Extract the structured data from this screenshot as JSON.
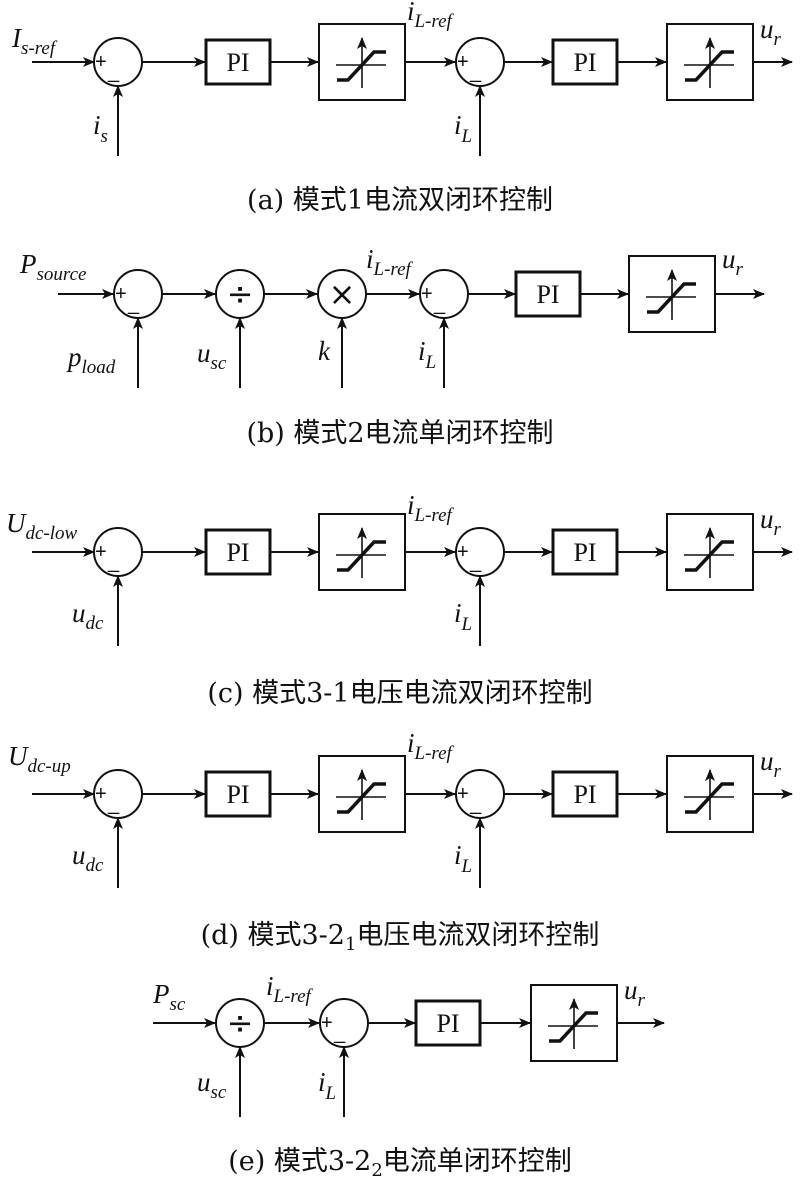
{
  "diagrams": [
    {
      "caption": "(a) 模式1电流双闭环控制",
      "input": {
        "main": "I",
        "sub": "s-ref"
      },
      "ops": [
        {
          "sign_top": "+",
          "sign_bottom": "_",
          "feedback": {
            "main": "i",
            "sub": "s"
          }
        },
        {
          "sign_top": "+",
          "sign_bottom": "_",
          "feedback": {
            "main": "i",
            "sub": "L"
          }
        }
      ],
      "mid_label": {
        "main": "i",
        "sub": "L-ref"
      },
      "pi_label": "PI",
      "output": {
        "main": "u",
        "sub": "r"
      }
    },
    {
      "caption": "(b) 模式2电流单闭环控制",
      "input": {
        "main": "P",
        "sub": "source"
      },
      "ops": [
        {
          "sign_top": "+",
          "sign_bottom": "_",
          "feedback": {
            "main": "p",
            "sub": "load"
          }
        },
        {
          "symbol": "÷",
          "feedback": {
            "main": "u",
            "sub": "sc"
          }
        },
        {
          "symbol": "×",
          "feedback": {
            "main": "k",
            "sub": ""
          }
        },
        {
          "sign_top": "+",
          "sign_bottom": "_",
          "feedback": {
            "main": "i",
            "sub": "L"
          }
        }
      ],
      "mid_label": {
        "main": "i",
        "sub": "L-ref"
      },
      "pi_label": "PI",
      "output": {
        "main": "u",
        "sub": "r"
      }
    },
    {
      "caption": "(c) 模式3-1电压电流双闭环控制",
      "input": {
        "main": "U",
        "sub": "dc-low"
      },
      "ops": [
        {
          "sign_top": "+",
          "sign_bottom": "_",
          "feedback": {
            "main": "u",
            "sub": "dc"
          }
        },
        {
          "sign_top": "+",
          "sign_bottom": "_",
          "feedback": {
            "main": "i",
            "sub": "L"
          }
        }
      ],
      "mid_label": {
        "main": "i",
        "sub": "L-ref"
      },
      "pi_label": "PI",
      "output": {
        "main": "u",
        "sub": "r"
      }
    },
    {
      "caption_main": "(d) 模式3-2",
      "caption_sub": "1",
      "caption_rest": "电压电流双闭环控制",
      "input": {
        "main": "U",
        "sub": "dc-up"
      },
      "ops": [
        {
          "sign_top": "+",
          "sign_bottom": "_",
          "feedback": {
            "main": "u",
            "sub": "dc"
          }
        },
        {
          "sign_top": "+",
          "sign_bottom": "_",
          "feedback": {
            "main": "i",
            "sub": "L"
          }
        }
      ],
      "mid_label": {
        "main": "i",
        "sub": "L-ref"
      },
      "pi_label": "PI",
      "output": {
        "main": "u",
        "sub": "r"
      }
    },
    {
      "caption_main": "(e) 模式3-2",
      "caption_sub": "2",
      "caption_rest": "电流单闭环控制",
      "input": {
        "main": "P",
        "sub": "sc"
      },
      "ops": [
        {
          "symbol": "÷",
          "feedback": {
            "main": "u",
            "sub": "sc"
          }
        },
        {
          "sign_top": "+",
          "sign_bottom": "_",
          "feedback": {
            "main": "i",
            "sub": "L"
          }
        }
      ],
      "mid_label": {
        "main": "i",
        "sub": "L-ref"
      },
      "pi_label": "PI",
      "output": {
        "main": "u",
        "sub": "r"
      }
    }
  ]
}
